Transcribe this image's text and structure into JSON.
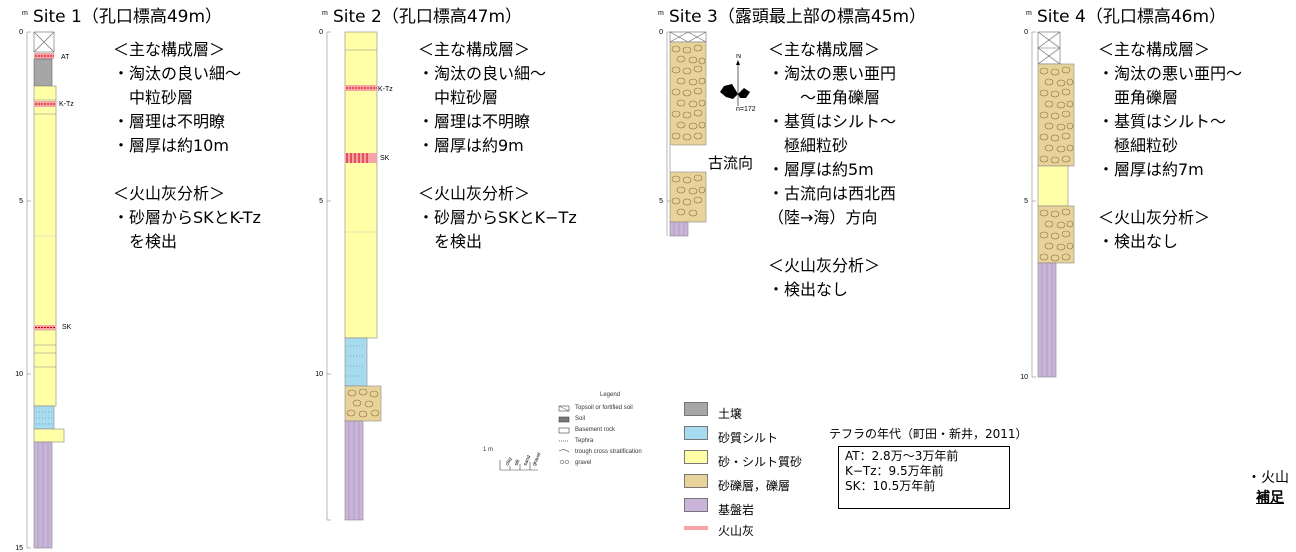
{
  "unit_label": "m",
  "sites": [
    {
      "title": "Site 1（孔口標高49m）",
      "ticks": [
        "0",
        "5",
        "10",
        "15"
      ],
      "tephra_labels": [
        "AT",
        "K-Tz",
        "SK"
      ],
      "desc": [
        "＜主な構成層＞",
        "・淘汰の良い細～",
        "　中粒砂層",
        "・層理は不明瞭",
        "・層厚は約10m",
        "",
        "＜火山灰分析＞",
        "・砂層からSKとK-Tz",
        "　を検出"
      ]
    },
    {
      "title": "Site 2（孔口標高47m）",
      "ticks": [
        "0",
        "5",
        "10"
      ],
      "tephra_labels": [
        "K-Tz",
        "SK"
      ],
      "desc": [
        "＜主な構成層＞",
        "・淘汰の良い細～",
        "　中粒砂層",
        "・層理は不明瞭",
        "・層厚は約9m",
        "",
        "＜火山灰分析＞",
        "・砂層からSKとK−Tz",
        "　を検出"
      ]
    },
    {
      "title": "Site 3（露頭最上部の標高45m）",
      "ticks": [
        "0",
        "5"
      ],
      "paleo": {
        "north": "N",
        "n_label": "n=172",
        "caption": "古流向"
      },
      "desc": [
        "＜主な構成層＞",
        "・淘汰の悪い亜円",
        "　　～亜角礫層",
        "・基質はシルト～",
        "　極細粒砂",
        "・層厚は約5m",
        "・古流向は西北西",
        "（陸→海）方向",
        "",
        "＜火山灰分析＞",
        "・検出なし"
      ]
    },
    {
      "title": "Site 4（孔口標高46m）",
      "ticks": [
        "0",
        "5",
        "10"
      ],
      "desc": [
        "＜主な構成層＞",
        "・淘汰の悪い亜円～",
        "　亜角礫層",
        "・基質はシルト～",
        "　極細粒砂",
        "・層厚は約7m",
        "",
        "＜火山灰分析＞",
        "・検出なし"
      ]
    }
  ],
  "legend_small": {
    "title": "Legend",
    "items": [
      "Topsoil or fortified soil",
      "Soil",
      "Basement rock",
      "Tephra",
      "trough cross stratification",
      "gravel"
    ],
    "scale_label": "1 m",
    "grain_labels": [
      "clay",
      "silt",
      "sand",
      "gravel"
    ]
  },
  "legend_main": [
    {
      "label": "土壌",
      "color": "#a6a6a6"
    },
    {
      "label": "砂質シルト",
      "color": "#a7dcf0"
    },
    {
      "label": "砂・シルト質砂",
      "color": "#ffffa8"
    },
    {
      "label": "砂礫層，礫層",
      "color": "#e8d49a"
    },
    {
      "label": "基盤岩",
      "color": "#c9b5d9"
    },
    {
      "label": "火山灰",
      "color": "#f7a3a8"
    }
  ],
  "tephra_ages": {
    "title": "テフラの年代（町田・新井，2011）",
    "lines": [
      "AT：2.8万～3万年前",
      "K−Tz：9.5万年前",
      "SK：10.5万年前"
    ]
  },
  "right_note": {
    "line1": "・火山",
    "line2": "補足"
  },
  "colors": {
    "sand": "#ffffa8",
    "silt": "#a7dcf0",
    "gravel": "#e8d49a",
    "basement": "#c9b5d9",
    "soil": "#a6a6a6",
    "tephra": "#f7a3a8"
  }
}
